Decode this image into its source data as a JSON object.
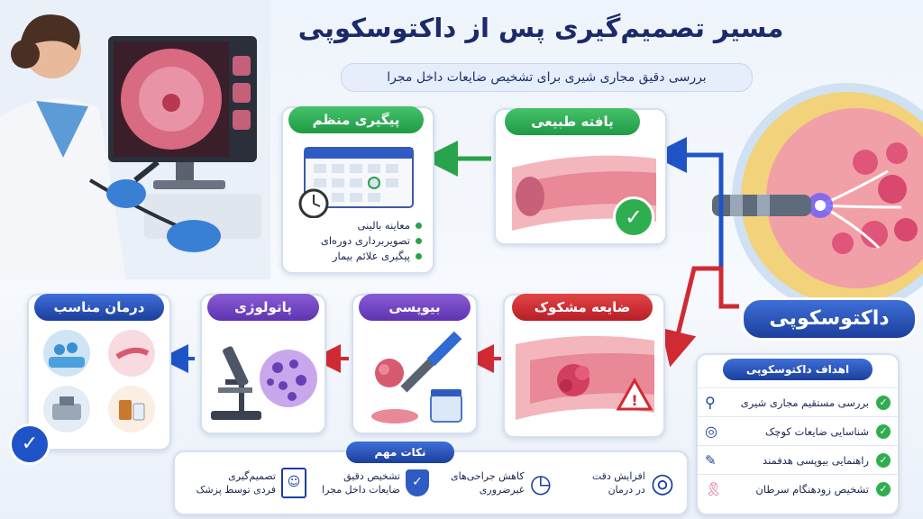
{
  "header": {
    "title": "مسیر تصمیم‌گیری پس از داکتوسکوپی",
    "subtitle": "بررسی دقیق مجاری شیری برای تشخیص ضایعات داخل مجرا"
  },
  "nodes": {
    "ductoscopy": "داکتوسکوپی",
    "normal": "یافته طبیعی",
    "followup": "پیگیری منظم",
    "suspicious": "ضایعه مشکوک",
    "biopsy": "بیوپسی",
    "pathology": "پاتولوژی",
    "treatment": "درمان مناسب"
  },
  "followup_items": [
    "معاینه بالینی",
    "تصویربرداری دوره‌ای",
    "پیگیری علائم بیمار"
  ],
  "goals": {
    "title": "اهداف داکتوسکوپی",
    "items": [
      {
        "label": "بررسی مستقیم مجاری شیری",
        "icon": "magnifier-icon"
      },
      {
        "label": "شناسایی ضایعات کوچک",
        "icon": "target-icon"
      },
      {
        "label": "راهنمایی بیوپسی هدفمند",
        "icon": "biopsy-tool-icon"
      },
      {
        "label": "تشخیص زودهنگام سرطان",
        "icon": "pink-ribbon-icon"
      }
    ]
  },
  "notes": {
    "title": "نکات مهم",
    "items": [
      {
        "line1": "افزایش دقت",
        "line2": "در درمان",
        "icon": "target-icon"
      },
      {
        "line1": "کاهش جراحی‌های",
        "line2": "غیرضروری",
        "icon": "clock-icon"
      },
      {
        "line1": "تشخیص دقیق",
        "line2": "ضایعات داخل مجرا",
        "icon": "shield-check-icon"
      },
      {
        "line1": "تصمیم‌گیری",
        "line2": "فردی توسط پزشک",
        "icon": "doctor-clipboard-icon"
      }
    ]
  },
  "colors": {
    "green": "#1e9a45",
    "red": "#b81e28",
    "purple": "#5e34b0",
    "blue": "#1b3f9c",
    "navy": "#1c2a6b"
  }
}
